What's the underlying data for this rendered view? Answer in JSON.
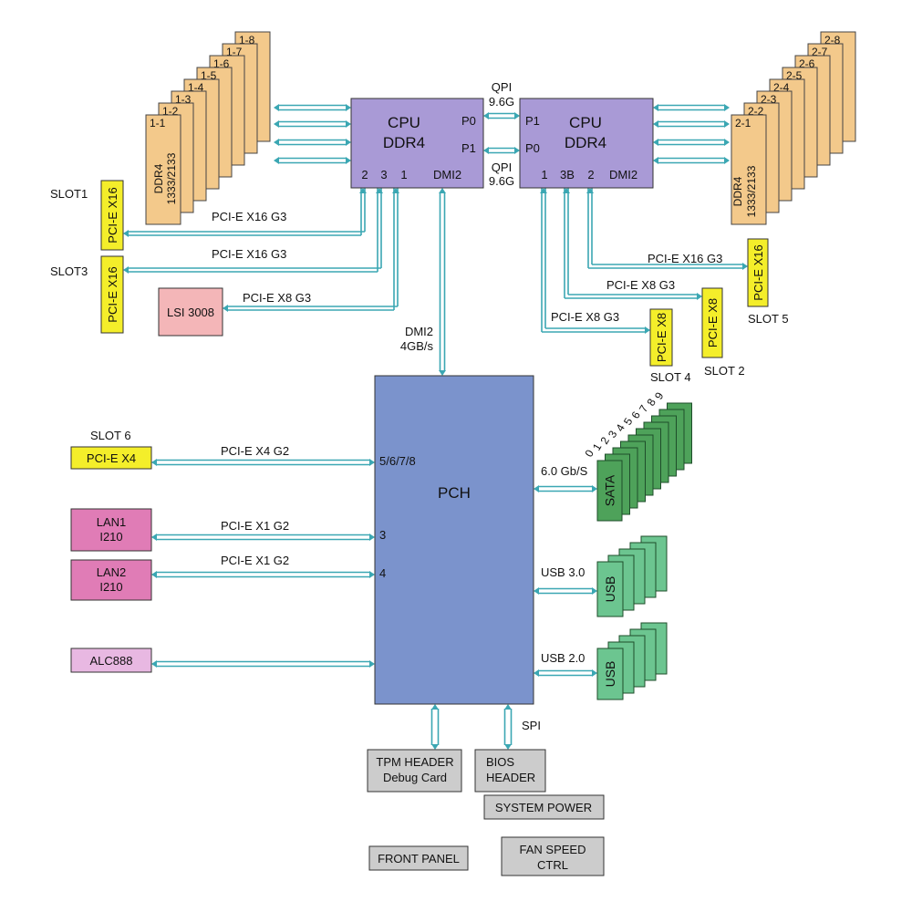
{
  "colors": {
    "cpu": "#a99ad6",
    "pch": "#7b93cc",
    "dimm": "#f3c98b",
    "slot": "#f4ee2a",
    "lsi": "#f4b6b8",
    "lan": "#e07cb6",
    "audio": "#e8b8e2",
    "sata": "#4ea25a",
    "usb": "#6cc590",
    "gray": "#cccccc",
    "wire": "#3ba7b3"
  },
  "cpu1": {
    "line1": "CPU",
    "line2": "DDR4",
    "p0": "P0",
    "p1": "P1",
    "port2": "2",
    "port3": "3",
    "port1": "1",
    "dmi": "DMI2"
  },
  "cpu2": {
    "line1": "CPU",
    "line2": "DDR4",
    "p1": "P1",
    "p0": "P0",
    "port1": "1",
    "port3b": "3B",
    "port2": "2",
    "dmi": "DMI2"
  },
  "qpi": {
    "top_a": "QPI",
    "top_b": "9.6G",
    "bot_a": "QPI",
    "bot_b": "9.6G"
  },
  "dimm1": {
    "labels": [
      "1-1",
      "1-2",
      "1-3",
      "1-4",
      "1-5",
      "1-6",
      "1-7",
      "1-8"
    ],
    "type": "DDR4",
    "speed": "1333/2133"
  },
  "dimm2": {
    "labels": [
      "2-1",
      "2-2",
      "2-3",
      "2-4",
      "2-5",
      "2-6",
      "2-7",
      "2-8"
    ],
    "type": "DDR4",
    "speed": "1333/2133"
  },
  "slots": {
    "slot1": {
      "name": "SLOT1",
      "type": "PCI-E X16",
      "link": "PCI-E X16 G3"
    },
    "slot3": {
      "name": "SLOT3",
      "type": "PCI-E X16",
      "link": "PCI-E X16 G3"
    },
    "slot5": {
      "name": "SLOT 5",
      "type": "PCI-E X16",
      "link": "PCI-E X16 G3"
    },
    "slot2": {
      "name": "SLOT 2",
      "type": "PCI-E X8",
      "link": "PCI-E X8 G3"
    },
    "slot4": {
      "name": "SLOT 4",
      "type": "PCI-E X8",
      "link": "PCI-E X8 G3"
    },
    "slot6": {
      "name": "SLOT 6",
      "type": "PCI-E X4",
      "link": "PCI-E X4 G2"
    }
  },
  "lsi": {
    "name": "LSI 3008",
    "link": "PCI-E X8 G3"
  },
  "dmi_link": {
    "line1": "DMI2",
    "line2": "4GB/s"
  },
  "pch": {
    "name": "PCH",
    "port_5678": "5/6/7/8",
    "port_3": "3",
    "port_4": "4"
  },
  "lan1": {
    "line1": "LAN1",
    "line2": "I210",
    "link": "PCI-E X1 G2"
  },
  "lan2": {
    "line1": "LAN2",
    "line2": "I210",
    "link": "PCI-E X1 G2"
  },
  "audio": {
    "name": "ALC888"
  },
  "sata": {
    "ports": [
      "0",
      "1",
      "2",
      "3",
      "4",
      "5",
      "6",
      "7",
      "8",
      "9"
    ],
    "label": "SATA",
    "speed": "6.0 Gb/S"
  },
  "usb3": {
    "label": "USB",
    "speed": "USB 3.0"
  },
  "usb2": {
    "label": "USB",
    "speed": "USB 2.0"
  },
  "spi": "SPI",
  "tpm": {
    "line1": "TPM HEADER",
    "line2": "Debug Card"
  },
  "bios": {
    "line1": "BIOS",
    "line2": "HEADER"
  },
  "system_power": "SYSTEM POWER",
  "front_panel": "FRONT PANEL",
  "fan": {
    "line1": "FAN SPEED",
    "line2": "CTRL"
  }
}
